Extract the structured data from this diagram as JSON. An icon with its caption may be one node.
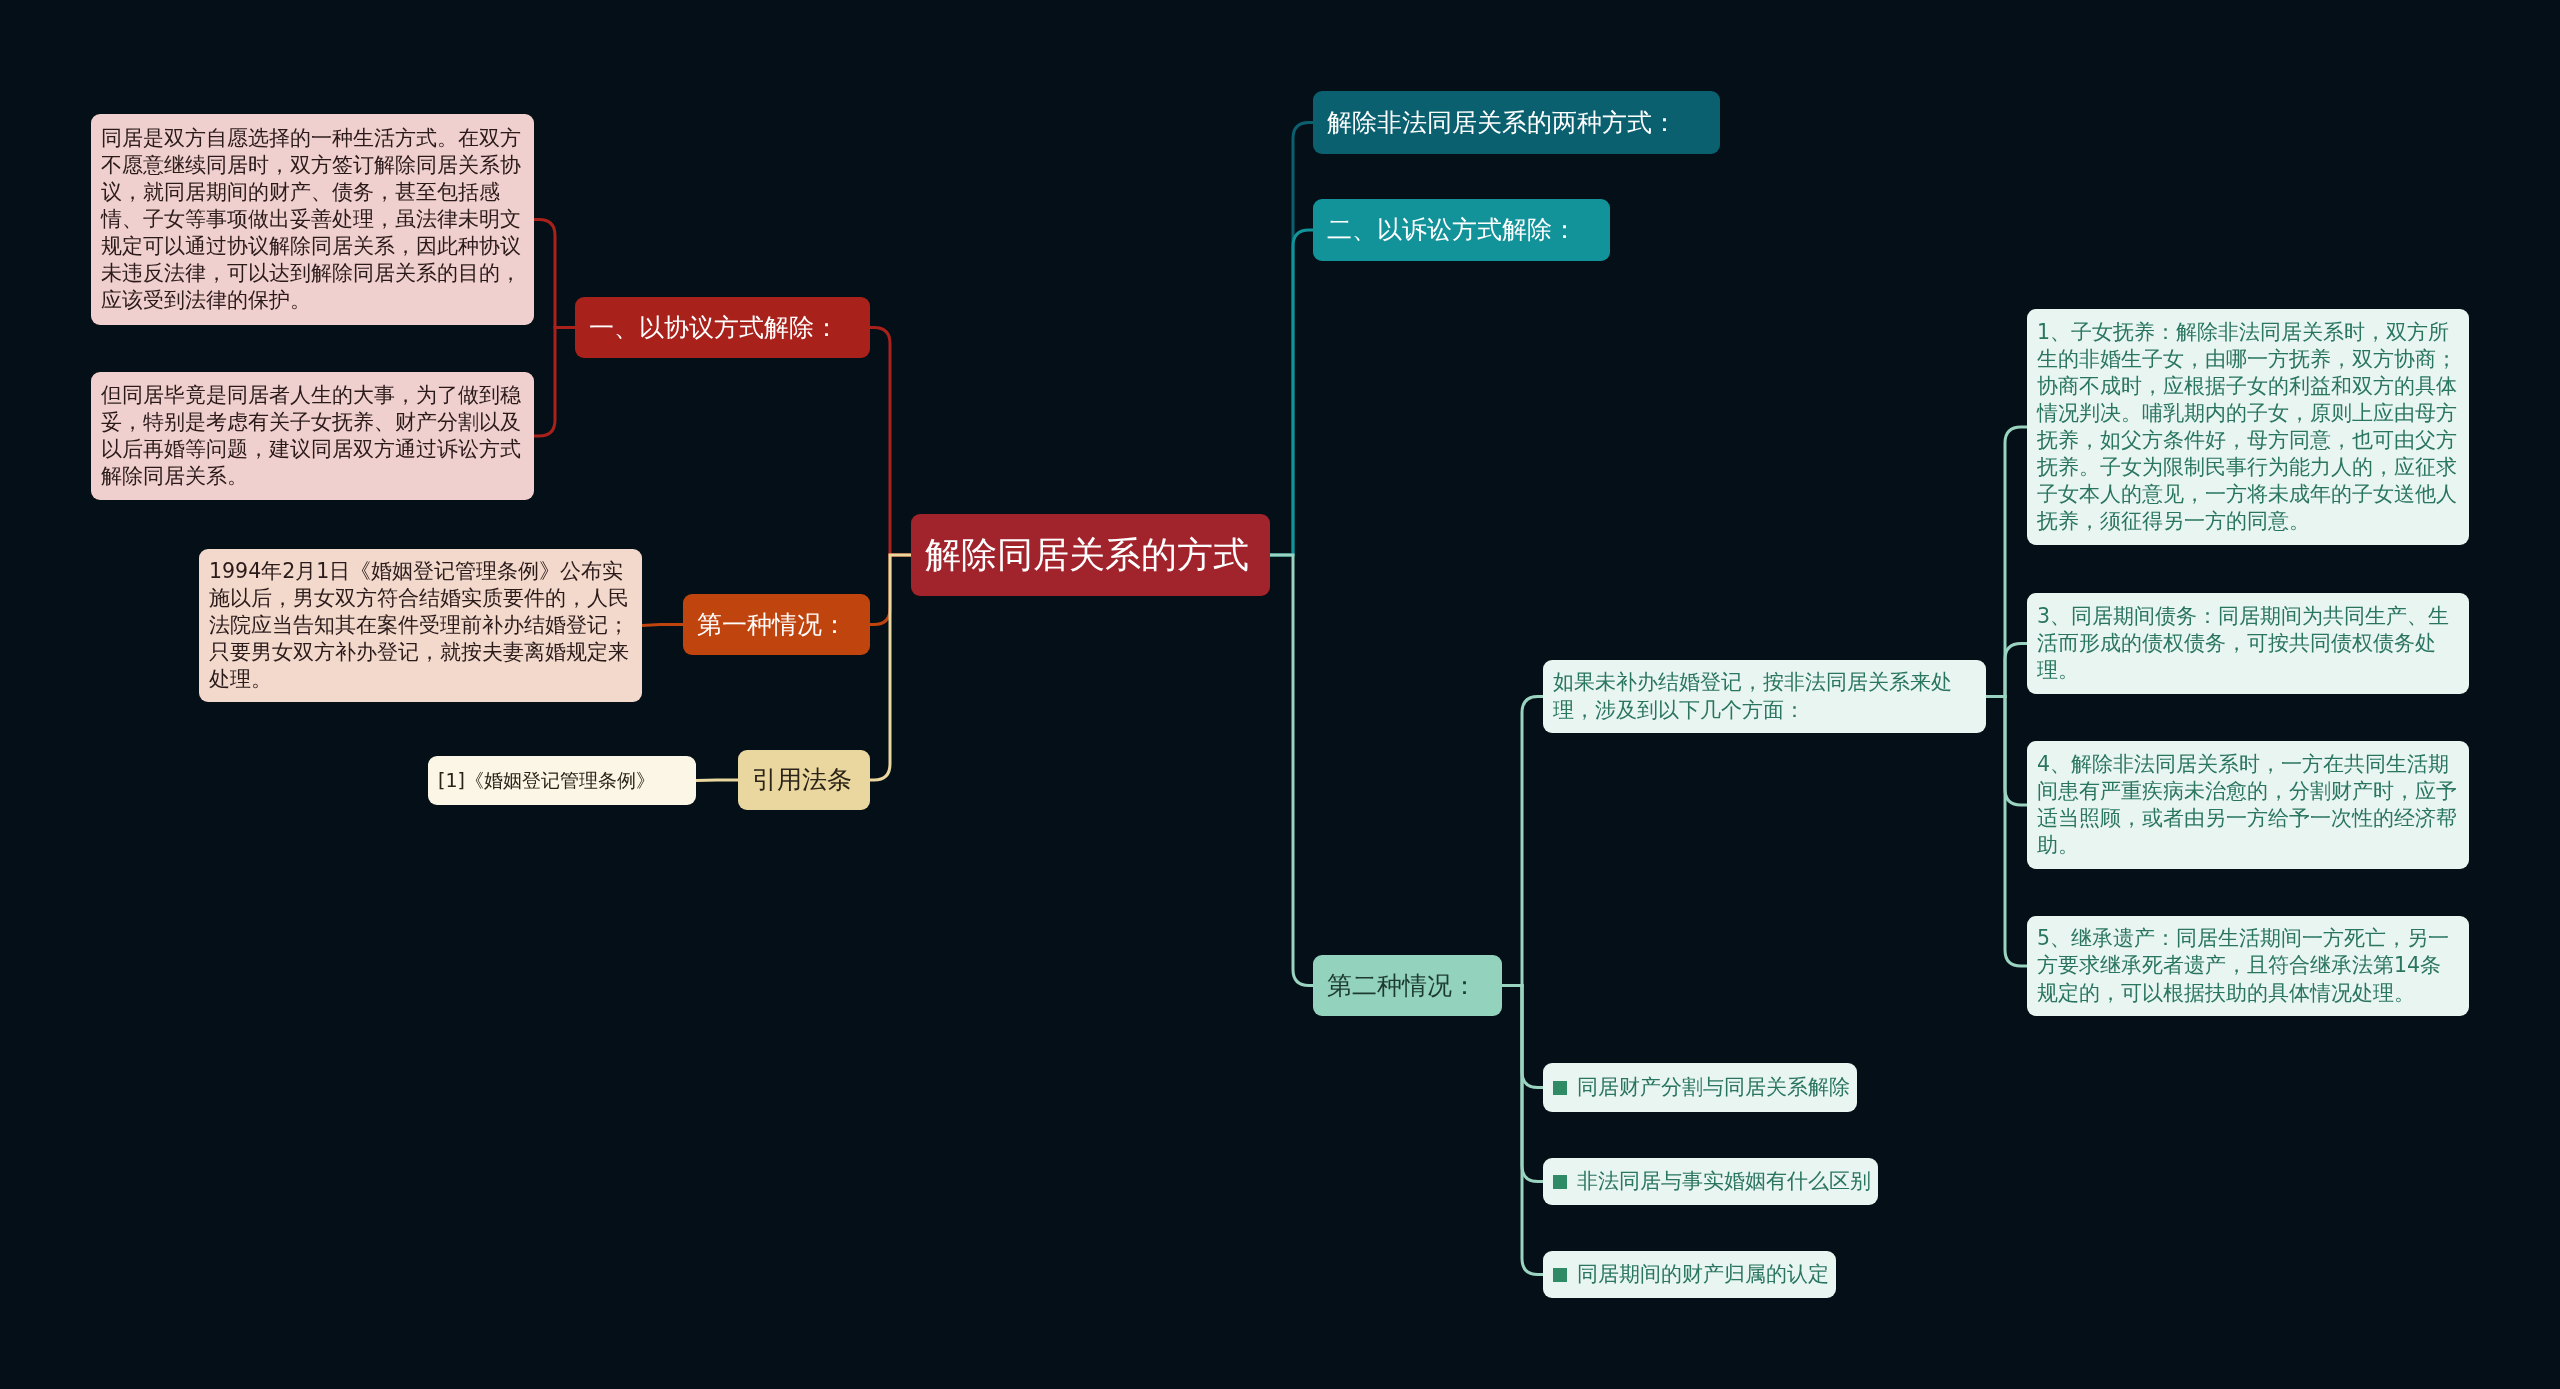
{
  "diagram": {
    "nodes": [
      {
        "text": [
          "解除同居关系的方式"
        ]
      },
      {
        "text": [
          "一、以协议方式解除："
        ]
      },
      {
        "text": [
          "同居是双方自愿选择的一种生活方式。在双方不愿意继续同居时，双方签订解除同居关系协议，就同居期间的财产、债务，甚至包括感情、子女等事项做出妥善处理，虽法律未明文规定可以通过协议解除同居关系，因此种协议未违反法律，可以达到解除同居关系的目的，应该受到法律的保护。"
        ]
      },
      {
        "text": [
          "但同居毕竟是同居者人生的大事，为了做到稳妥，特别是考虑有关子女抚养、财产分割以及以后再婚等问题，建议同居双方通过诉讼方式解除同居关系。"
        ]
      },
      {
        "text": [
          "第一种情况："
        ]
      },
      {
        "text": [
          "1994年2月1日《婚姻登记管理条例》公布实施以后，男女双方符合结婚实质要件的，人民法院应当告知其在案件受理前补办结婚登记；只要男女双方补办登记，就按夫妻离婚规定来处理。"
        ]
      },
      {
        "text": [
          "引用法条"
        ]
      },
      {
        "text": [
          "[1]《婚姻登记管理条例》"
        ]
      },
      {
        "text": [
          "解除非法同居关系的两种方式："
        ]
      },
      {
        "text": [
          "二、以诉讼方式解除："
        ]
      },
      {
        "text": [
          "第二种情况："
        ]
      },
      {
        "text": [
          "如果未补办结婚登记，按非法同居关系来处理，涉及到以下几个方面："
        ]
      },
      {
        "text": [
          "1、子女抚养：解除非法同居关系时，双方所生的非婚生子女，由哪一方抚养，双方协商；协商不成时，应根据子女的利益和双方的具体情况判决。哺乳期内的子女，原则上应由母方抚养，如父方条件好，母方同意，也可由父方抚养。子女为限制民事行为能力人的，应征求子女本人的意见，一方将未成年的子女送他人抚养，须征得另一方的同意。"
        ]
      },
      {
        "text": [
          "3、同居期间债务：同居期间为共同生产、生活而形成的债权债务，可按共同债权债务处理。"
        ]
      },
      {
        "text": [
          "4、解除非法同居关系时，一方在共同生活期间患有严重疾病未治愈的，分割财产时，应予适当照顾，或者由另一方给予一次性的经济帮助。"
        ]
      },
      {
        "text": [
          "5、继承遗产：同居生活期间一方死亡，另一方要求继承死者遗产，且符合继承法第14条规定的，可以根据扶助的具体情况处理。"
        ]
      },
      {
        "text": [
          "同居财产分割与同居关系解除"
        ]
      },
      {
        "text": [
          "非法同居与事实婚姻有什么区别"
        ]
      },
      {
        "text": [
          "同居期间的财产归属的认定"
        ]
      }
    ],
    "edges": [
      {
        "from": 0,
        "to": 1,
        "arrow": "none",
        "color": "#a8221b"
      },
      {
        "from": 1,
        "to": 2,
        "arrow": "none",
        "color": "#a8221b"
      },
      {
        "from": 1,
        "to": 3,
        "arrow": "none",
        "color": "#a8221b"
      },
      {
        "from": 0,
        "to": 4,
        "arrow": "none",
        "color": "#c0440e"
      },
      {
        "from": 4,
        "to": 5,
        "arrow": "none",
        "color": "#c0440e"
      },
      {
        "from": 0,
        "to": 6,
        "arrow": "none",
        "color": "#ead79f"
      },
      {
        "from": 6,
        "to": 7,
        "arrow": "none",
        "color": "#ead79f"
      },
      {
        "from": 0,
        "to": 8,
        "arrow": "none",
        "color": "#0b6070"
      },
      {
        "from": 0,
        "to": 9,
        "arrow": "none",
        "color": "#12939a"
      },
      {
        "from": 0,
        "to": 10,
        "arrow": "none"
      },
      {
        "from": 10,
        "to": 11,
        "arrow": "none"
      },
      {
        "from": 11,
        "to": 12,
        "arrow": "none"
      },
      {
        "from": 11,
        "to": 13,
        "arrow": "none"
      },
      {
        "from": 11,
        "to": 14,
        "arrow": "none"
      },
      {
        "from": 11,
        "to": 15,
        "arrow": "none"
      },
      {
        "from": 10,
        "to": 16,
        "arrow": "none"
      },
      {
        "from": 10,
        "to": 17,
        "arrow": "none"
      },
      {
        "from": 10,
        "to": 18,
        "arrow": "none"
      }
    ]
  }
}
